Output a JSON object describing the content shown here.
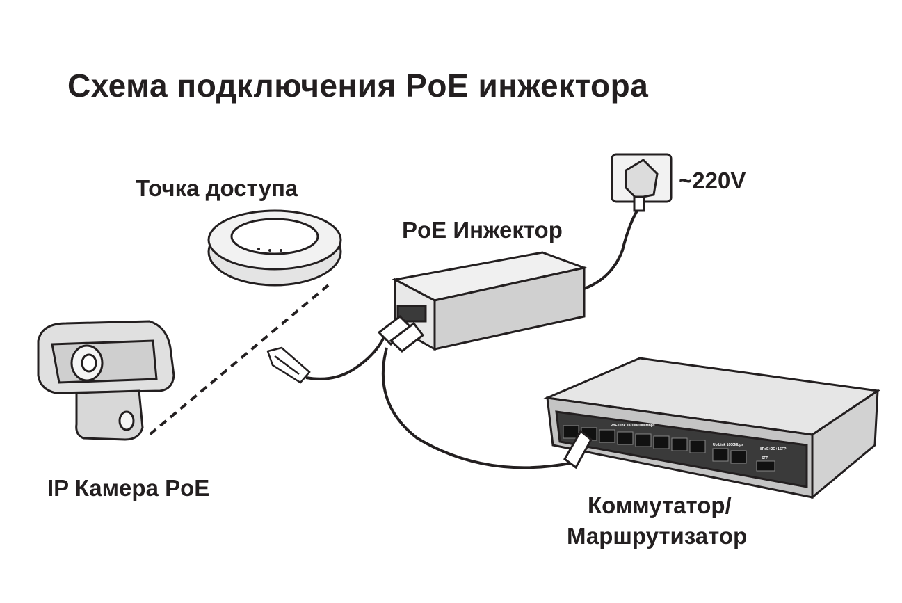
{
  "title": "Схема подключения PoE инжектора",
  "labels": {
    "access_point": "Точка доступа",
    "injector": "PoE Инжектор",
    "voltage": "~220V",
    "camera": "IP Камера PoE",
    "switch_line1": "Коммутатор/",
    "switch_line2": "Маршрутизатор"
  },
  "switch_panel": {
    "poe_link": "PoE Link 10/100/1000Mbps",
    "up_link": "Up Link 1000Mbps",
    "model": "8PoE+2G+1SFP",
    "sfp": "SFP"
  },
  "colors": {
    "ink": "#231f20",
    "device_gray": "#d4d4d4",
    "panel_dark": "#3a3a3a"
  }
}
